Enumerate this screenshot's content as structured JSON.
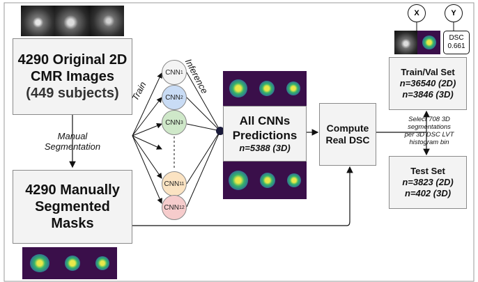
{
  "original_box": {
    "line1": "4290 Original 2D",
    "line2": "CMR Images",
    "line3": "(449 subjects)"
  },
  "masks_box": {
    "line1": "4290 Manually",
    "line2": "Segmented",
    "line3": "Masks"
  },
  "manual_label": {
    "line1": "Manual",
    "line2": "Segmentation"
  },
  "train_label": "Train",
  "inference_label": "Inference",
  "cnns": [
    {
      "name": "CNN",
      "sub": "1",
      "color": "#f4f4f4"
    },
    {
      "name": "CNN",
      "sub": "2",
      "color": "#c9dcf5"
    },
    {
      "name": "CNN",
      "sub": "3",
      "color": "#cfe8c9"
    },
    {
      "name": "CNN",
      "sub": "11",
      "color": "#fbe3c2"
    },
    {
      "name": "CNN",
      "sub": "12",
      "color": "#f6cccc"
    }
  ],
  "predictions_box": {
    "line1": "All CNNs",
    "line2": "Predictions",
    "line3": "n=5388 (3D)"
  },
  "dsc_box": {
    "line1": "Compute",
    "line2": "Real DSC"
  },
  "trainval_box": {
    "line1": "Train/Val Set",
    "line2": "n=36540 (2D)",
    "line3": "n=3846 (3D)"
  },
  "test_box": {
    "line1": "Test Set",
    "line2": "n=3823 (2D)",
    "line3": "n=402 (3D)"
  },
  "select_note": {
    "line1": "Select 708 3D",
    "line2": "segmentations",
    "line3": "per 3D DSC LVT",
    "line4": "histogram bin"
  },
  "x_label": "X",
  "y_label": "Y",
  "dsc_value": {
    "line1": "DSC",
    "line2": "0.661"
  },
  "colors": {
    "box_fill": "#f3f3f3",
    "box_border": "#8a8a8a",
    "mask_bg": "#3a0f4a",
    "mask_ring": "#2f6a9a",
    "mask_core": "#36b36a",
    "mask_hot": "#e8e84a"
  },
  "icons": [
    "cmr-image-thumbnail",
    "mask-thumbnail",
    "arrow"
  ]
}
